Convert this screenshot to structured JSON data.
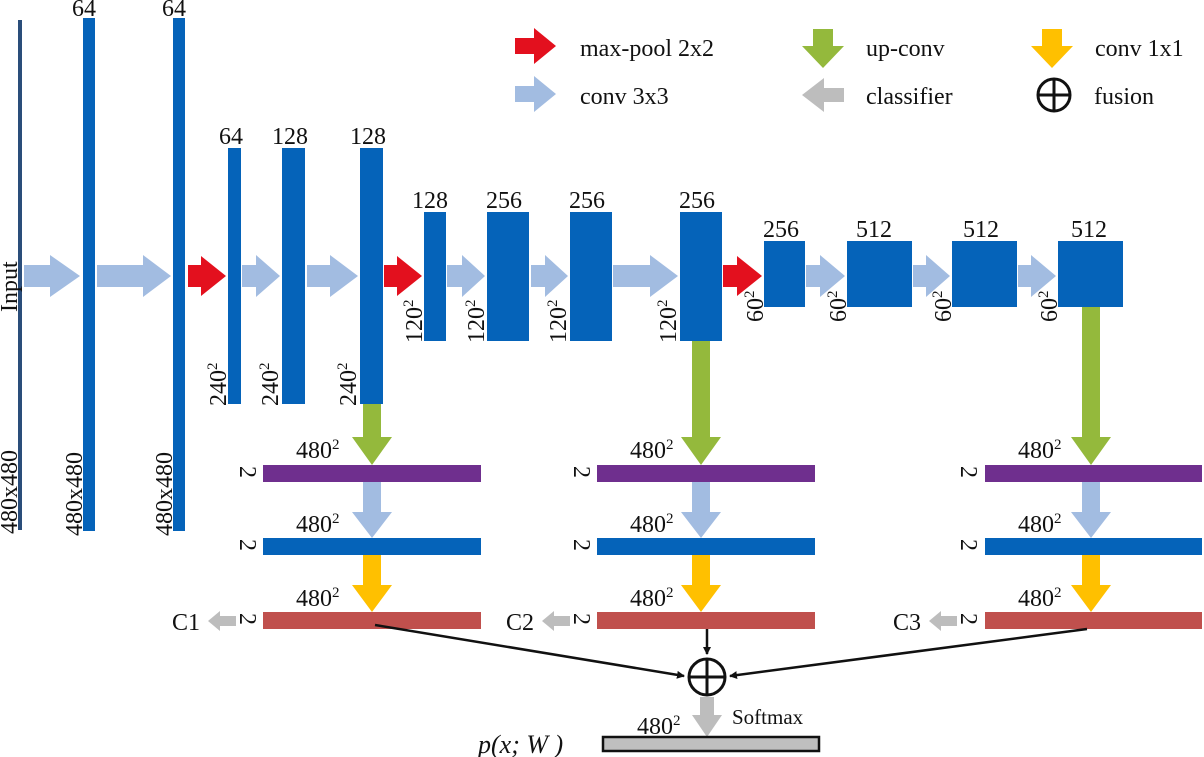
{
  "legend": {
    "maxpool": "max-pool 2x2",
    "upconv": "up-conv",
    "conv1x1": "conv 1x1",
    "conv3x3": "conv 3x3",
    "classifier": "classifier",
    "fusion": "fusion"
  },
  "colors": {
    "feature_block": "#0563b9",
    "input_bar": "#2a4d7a",
    "arrow_maxpool": "#e3101e",
    "arrow_conv3x3": "#a2bce1",
    "arrow_upconv": "#94b93c",
    "arrow_conv1x1": "#ffc000",
    "arrow_classifier": "#bdbdbd",
    "side_layer_1": "#6f2f8e",
    "side_layer_2": "#0563b9",
    "side_layer_3": "#c0504d",
    "output_bar": "#bfbfbf"
  },
  "input_label": "Input",
  "input_size": "480x480",
  "stage1": {
    "channels": [
      "64",
      "64"
    ],
    "sizes": [
      "480x480",
      "480x480"
    ]
  },
  "stage2": {
    "channels": [
      "64",
      "128",
      "128"
    ],
    "size": "240",
    "sup": "2"
  },
  "stage3": {
    "channels": [
      "128",
      "256",
      "256",
      "256"
    ],
    "size": "120",
    "sup": "2"
  },
  "stage4": {
    "channels": [
      "256",
      "512",
      "512",
      "512"
    ],
    "size": "60",
    "sup": "2"
  },
  "side": {
    "size": "480",
    "sup": "2",
    "channels": "2",
    "classifiers": [
      "C1",
      "C2",
      "C3"
    ]
  },
  "output": {
    "size": "480",
    "sup": "2",
    "softmax": "Softmax",
    "formula": "p(x; W )"
  }
}
